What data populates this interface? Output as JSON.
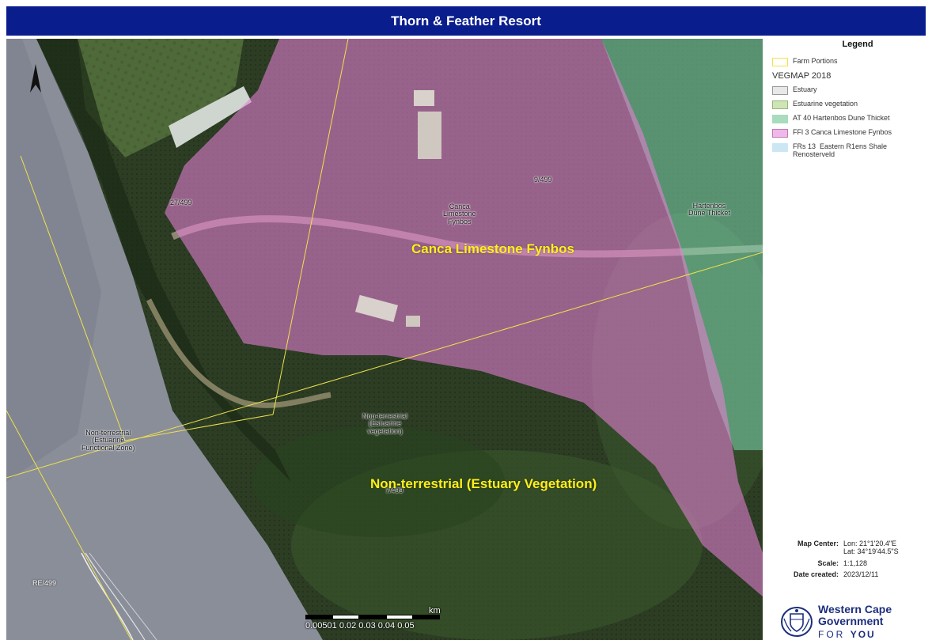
{
  "title": "Thorn & Feather Resort",
  "map": {
    "labels": {
      "portion_27_499": "27/499",
      "portion_9_499": "9/499",
      "portion_7_499": "7/499",
      "portion_rem": "RE/499",
      "canca_small": "Canca\nLimestone\nFynbos",
      "hartenbos_small": "Hartenbos\nDune Thicket",
      "nonterr_estuarine": "Non-terrestrial\n(Estuarine\nvegetation)",
      "nonterr_functional": "Non-terrestrial\n(Estuarine\nFunctional Zone)"
    },
    "big_labels": {
      "canca": "Canca Limestone Fynbos",
      "estuary": "Non-terrestrial (Estuary Vegetation)"
    },
    "scalebar": {
      "ticks": "0.00501  0.02  0.03  0.04  0.05",
      "unit": "km"
    }
  },
  "legend": {
    "title": "Legend",
    "farm_portions": "Farm Portions",
    "group_title": "VEGMAP 2018",
    "items": [
      {
        "label": "Estuary",
        "color": "#e8e8e8"
      },
      {
        "label": "Estuarine vegetation",
        "color": "#cfe6b4"
      },
      {
        "label": "AT 40 Hartenbos Dune Thicket",
        "color": "#a8dcbc"
      },
      {
        "label": "FFl 3  Canca Limestone Fynbos",
        "color": "#f0b8e8"
      },
      {
        "label": "FRs 13  Eastern R1ens Shale\nRenosterveld",
        "color": "#cde6f4"
      }
    ]
  },
  "info": {
    "map_center_label": "Map Center:",
    "lon": "Lon: 21°1'20.4\"E",
    "lat": "Lat: 34°19'44.5\"S",
    "scale_label": "Scale:",
    "scale_value": "1:1,128",
    "date_label": "Date created:",
    "date_value": "2023/12/11"
  },
  "logo": {
    "line1": "Western Cape",
    "line2": "Government",
    "line3_a": "FOR",
    "line3_b": "YOU"
  },
  "colors": {
    "title_bg": "#0a1d8c",
    "fynbos_overlay": "#e77fd6",
    "thicket_overlay": "#7fd8b0",
    "farm_line": "#f0e24a",
    "label_yellow": "#ffef1a"
  }
}
